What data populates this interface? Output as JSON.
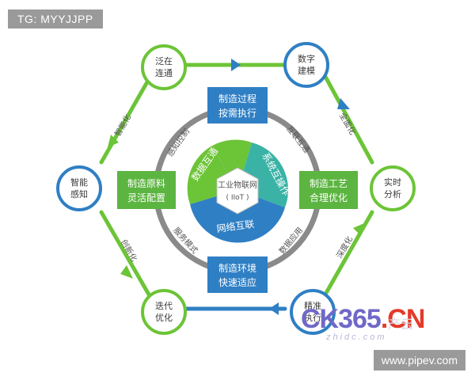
{
  "tag": "TG: MYYJJPP",
  "source": "www.pipev.com",
  "watermark": {
    "main": "CK365",
    "suffix": ".CN",
    "sub": "zhidc.com",
    "faint": "产云"
  },
  "center": {
    "line1": "工业物联网",
    "line2": "( IIoT )"
  },
  "segments": {
    "top_left": "数据互通",
    "right": "系统互操作",
    "bottom": "网络互联"
  },
  "boxes": {
    "top": {
      "line1": "制造过程",
      "line2": "按需执行"
    },
    "left": {
      "line1": "制造原料",
      "line2": "灵活配置"
    },
    "right": {
      "line1": "制造工艺",
      "line2": "合理优化"
    },
    "bottom": {
      "line1": "制造环境",
      "line2": "快速适应"
    }
  },
  "ring_labels": {
    "upper_left": "感知控制",
    "upper_right": "互联互通",
    "lower_left": "服务模式",
    "lower_right": "数据应用"
  },
  "nodes": {
    "top_left": {
      "line1": "泛在",
      "line2": "连通"
    },
    "top_right": {
      "line1": "数字",
      "line2": "建模"
    },
    "left": {
      "line1": "智能",
      "line2": "感知"
    },
    "right": {
      "line1": "实时",
      "line2": "分析"
    },
    "bottom_left": {
      "line1": "迭代",
      "line2": "优化"
    },
    "bottom_right": {
      "line1": "精准",
      "line2": "执行"
    }
  },
  "edges": {
    "left_upper": "智能化",
    "right_upper": "全面化",
    "left_lower": "创新化",
    "right_lower": "深度化"
  },
  "colors": {
    "green": "#6cc437",
    "blue": "#2f7fc4",
    "teal": "#3ab3a6",
    "gray_ring": "#8a8a8a",
    "box_green": "#5cb540",
    "box_blue": "#2f7fc4"
  }
}
